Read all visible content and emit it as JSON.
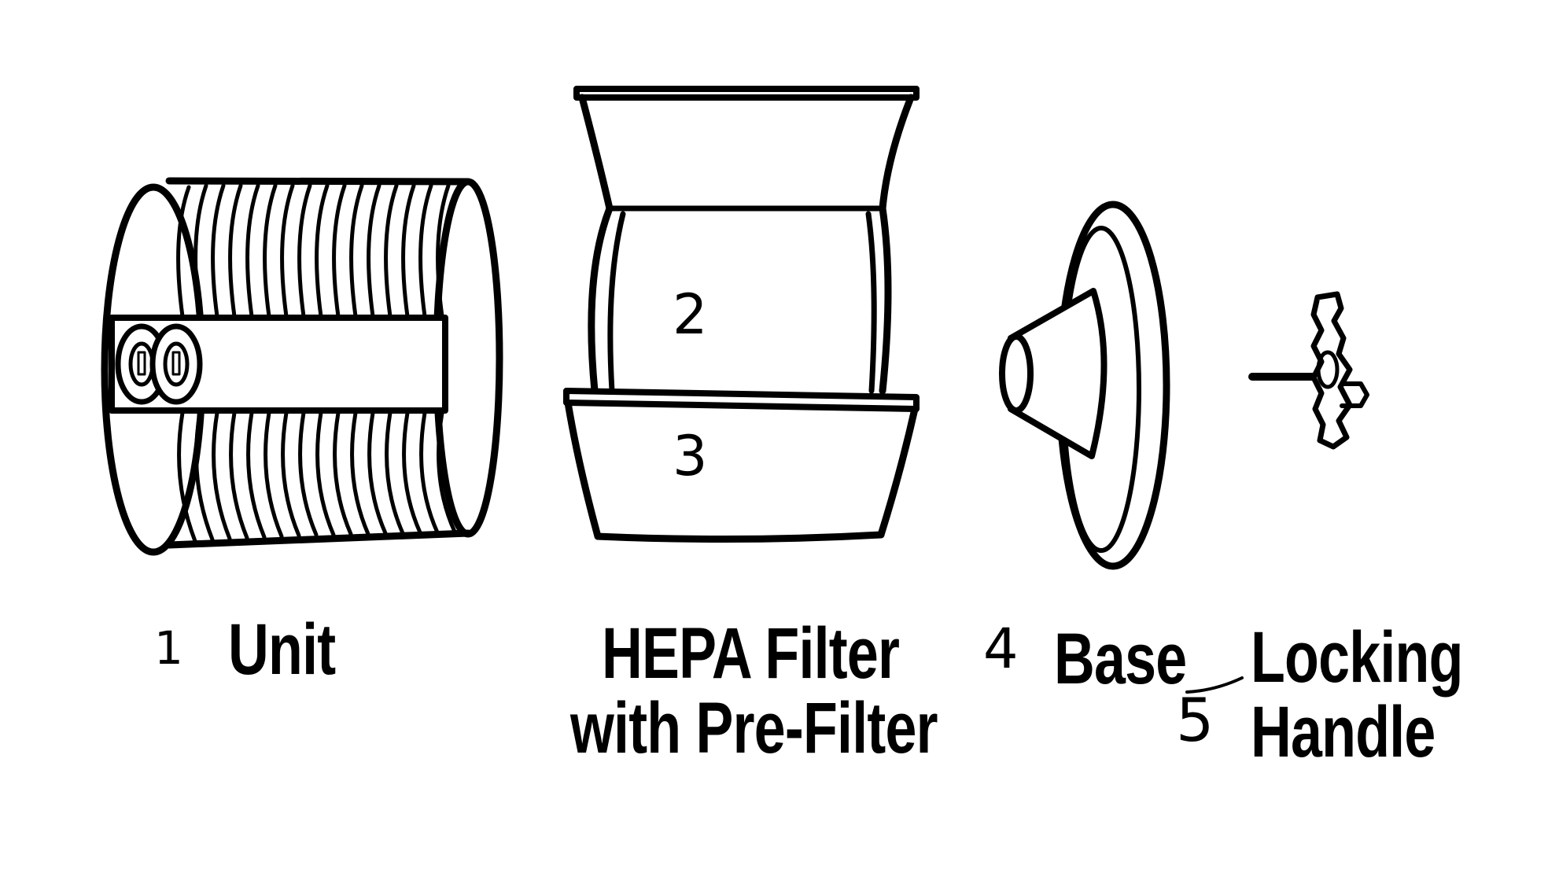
{
  "parts": [
    {
      "number": "1",
      "name": "Unit"
    },
    {
      "numbers": [
        "2",
        "3"
      ],
      "name_line1": "HEPA Filter",
      "name_line2": "with Pre-Filter"
    },
    {
      "number": "4",
      "name": "Base"
    },
    {
      "number": "5",
      "name_line1": "Locking",
      "name_line2": "Handle"
    }
  ]
}
